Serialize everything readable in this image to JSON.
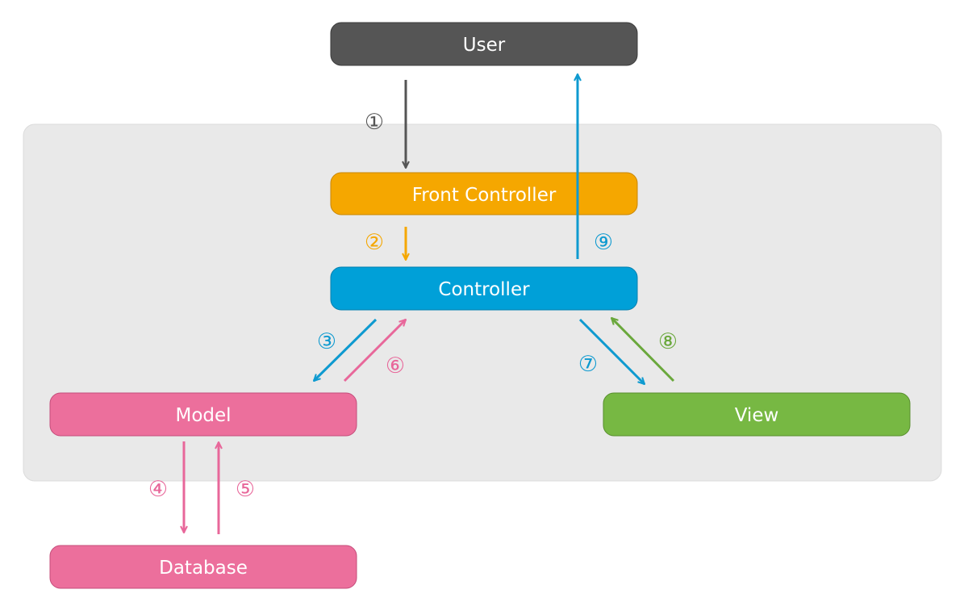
{
  "nodes": {
    "user": {
      "label": "User",
      "color": "#555555"
    },
    "front_controller": {
      "label": "Front Controller",
      "color": "#f5a700"
    },
    "controller": {
      "label": "Controller",
      "color": "#00a0d8"
    },
    "model": {
      "label": "Model",
      "color": "#ec6f9c"
    },
    "view": {
      "label": "View",
      "color": "#77b843"
    },
    "database": {
      "label": "Database",
      "color": "#ec6f9c"
    }
  },
  "steps": [
    {
      "id": "1",
      "label": "①",
      "color": "#555555",
      "from": "user",
      "to": "front_controller"
    },
    {
      "id": "2",
      "label": "②",
      "color": "#f5a700",
      "from": "front_controller",
      "to": "controller"
    },
    {
      "id": "3",
      "label": "③",
      "color": "#0e9ad0",
      "from": "controller",
      "to": "model"
    },
    {
      "id": "4",
      "label": "④",
      "color": "#e8679a",
      "from": "model",
      "to": "database"
    },
    {
      "id": "5",
      "label": "⑤",
      "color": "#e8679a",
      "from": "database",
      "to": "model"
    },
    {
      "id": "6",
      "label": "⑥",
      "color": "#e8679a",
      "from": "model",
      "to": "controller"
    },
    {
      "id": "7",
      "label": "⑦",
      "color": "#0e9ad0",
      "from": "controller",
      "to": "view"
    },
    {
      "id": "8",
      "label": "⑧",
      "color": "#6aa83c",
      "from": "view",
      "to": "controller"
    },
    {
      "id": "9",
      "label": "⑨",
      "color": "#0e9ad0",
      "from": "controller",
      "to": "user"
    }
  ],
  "container_color": "#e9e9e9"
}
